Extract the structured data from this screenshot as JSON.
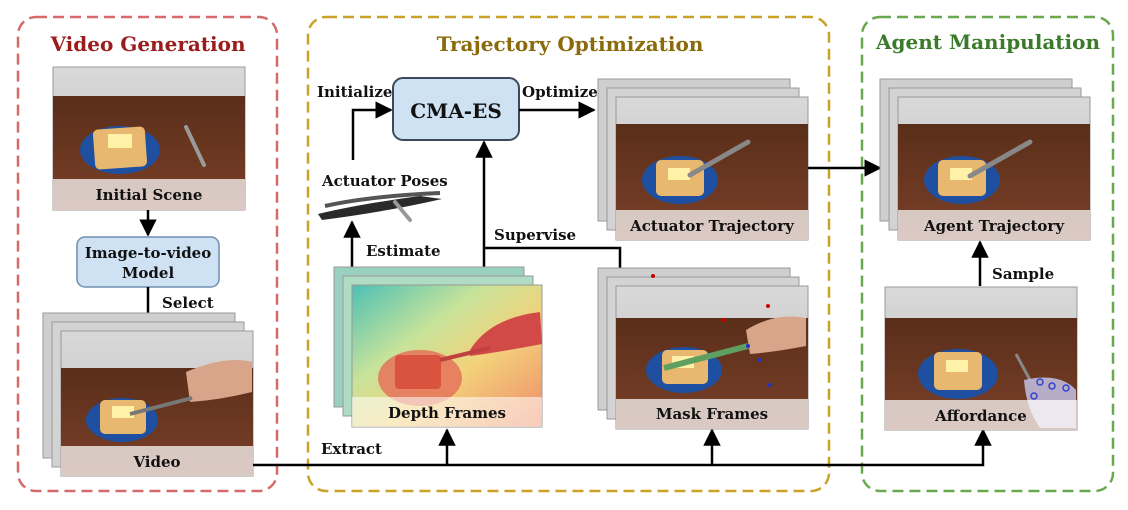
{
  "panels": {
    "video_generation": {
      "title": "Video Generation",
      "color": "#9b1c1c"
    },
    "trajectory_optimization": {
      "title": "Trajectory Optimization",
      "color": "#8a6a0a"
    },
    "agent_manipulation": {
      "title": "Agent Manipulation",
      "color": "#3a7a2a"
    }
  },
  "frames": {
    "initial_scene": "Initial Scene",
    "video": "Video",
    "depth_frames": "Depth Frames",
    "mask_frames": "Mask Frames",
    "actuator_trajectory": "Actuator Trajectory",
    "agent_trajectory": "Agent Trajectory",
    "affordance": "Affordance"
  },
  "boxes": {
    "image_to_video_line1": "Image-to-video",
    "image_to_video_line2": "Model",
    "cma_es": "CMA-ES"
  },
  "labels": {
    "select": "Select",
    "extract": "Extract",
    "estimate": "Estimate",
    "initialize": "Initialize",
    "optimize": "Optimize",
    "supervise": "Supervise",
    "sample": "Sample",
    "actuator_poses": "Actuator Poses"
  }
}
